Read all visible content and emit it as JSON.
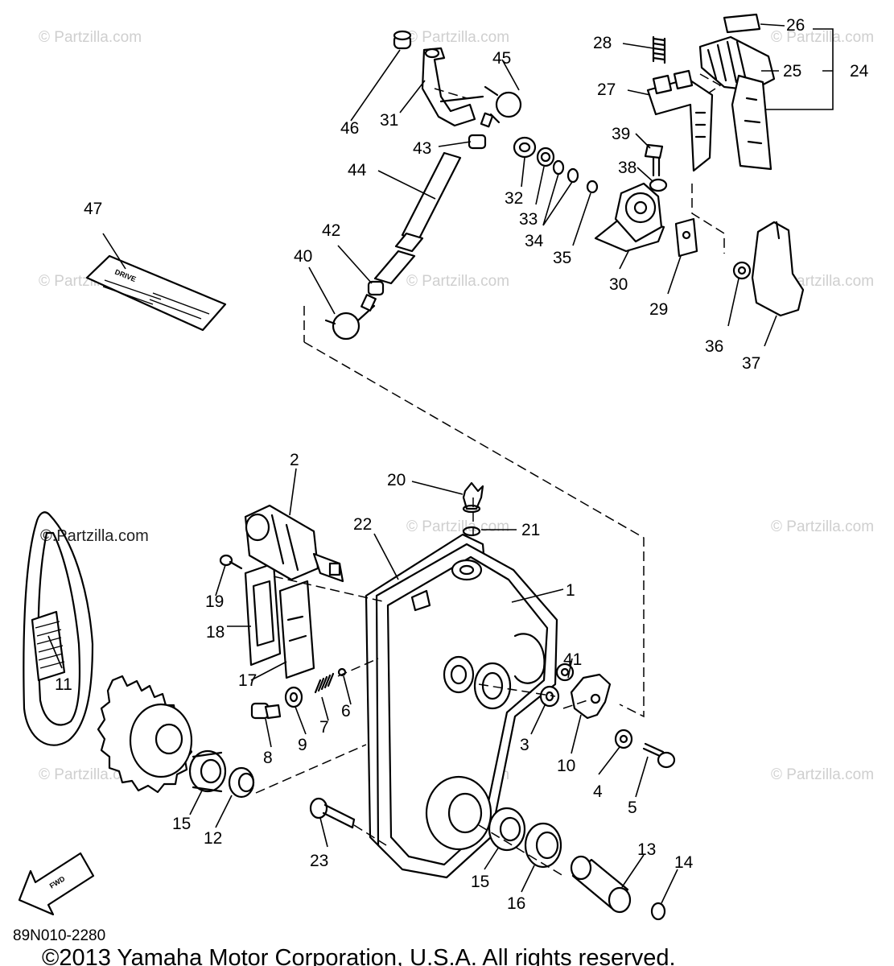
{
  "watermark": {
    "text": "© Partzilla.com",
    "highlighted_text": "©.Partzilla.com"
  },
  "callouts": [
    "1",
    "2",
    "3",
    "4",
    "5",
    "6",
    "7",
    "8",
    "9",
    "10",
    "11",
    "12",
    "13",
    "14",
    "15",
    "16",
    "17",
    "18",
    "19",
    "20",
    "21",
    "22",
    "23",
    "24",
    "25",
    "26",
    "27",
    "28",
    "29",
    "30",
    "31",
    "32",
    "33",
    "34",
    "35",
    "36",
    "37",
    "38",
    "39",
    "40",
    "41",
    "42",
    "43",
    "44",
    "45",
    "46",
    "47"
  ],
  "callout_15_second": "15",
  "decal_text": "DRIVE",
  "fwd_label": "FWD",
  "diagram_code": "89N010-2280",
  "copyright": "©2013  Yamaha Motor Corporation, U.S.A. All rights reserved."
}
